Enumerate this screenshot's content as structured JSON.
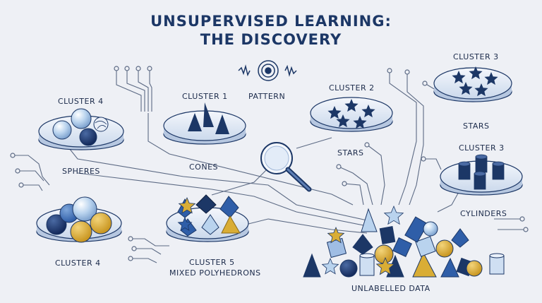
{
  "title": {
    "line1": "UNSUPERVISED LEARNING:",
    "line2": "THE DISCOVERY"
  },
  "pattern_label": "PATTERN",
  "clusters": [
    {
      "id": "cluster-4-top",
      "name": "CLUSTER 4",
      "caption": "SPHERES"
    },
    {
      "id": "cluster-1",
      "name": "CLUSTER 1",
      "caption": "CONES"
    },
    {
      "id": "cluster-2",
      "name": "CLUSTER 2",
      "caption": "STARS"
    },
    {
      "id": "cluster-3-top",
      "name": "CLUSTER 3",
      "caption": "STARS"
    },
    {
      "id": "cluster-3-right",
      "name": "CLUSTER 3",
      "caption": "CYLINDERS"
    },
    {
      "id": "cluster-4-bottom",
      "name": "CLUSTER 4",
      "caption": ""
    },
    {
      "id": "cluster-5",
      "name": "CLUSTER 5",
      "caption": "MIXED POLYHEDRONS"
    }
  ],
  "unlabelled_label": "UNLABELLED DATA",
  "colors": {
    "navy": "#1c3766",
    "light_blue": "#b9d3ee",
    "gold": "#d9ad35",
    "line": "#5c6a84",
    "plate": "#dbe6f4"
  }
}
